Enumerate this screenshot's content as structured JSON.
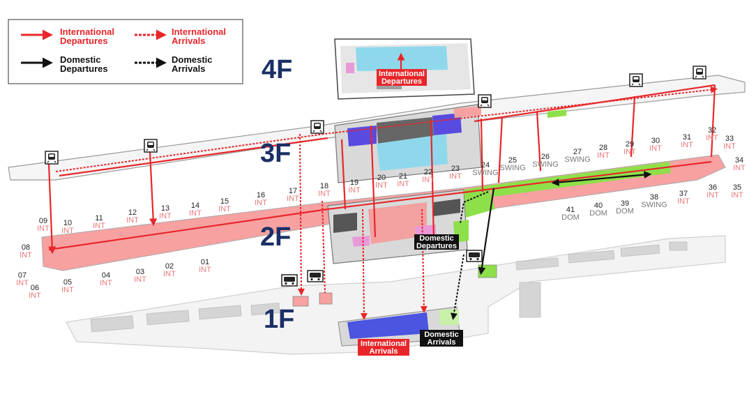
{
  "legend": {
    "intl_dep": [
      "International",
      "Departures"
    ],
    "intl_arr": [
      "International",
      "Arrivals"
    ],
    "dom_dep": [
      "Domestic",
      "Departures"
    ],
    "dom_arr": [
      "Domestic",
      "Arrivals"
    ]
  },
  "floors": {
    "f4": "4F",
    "f3": "3F",
    "f2": "2F",
    "f1": "1F"
  },
  "tags": {
    "intl_dep_4f": [
      "International",
      "Departures"
    ],
    "dom_dep_2f": [
      "Domestic",
      "Departures"
    ],
    "intl_arr_1f": [
      "International",
      "Arrivals"
    ],
    "dom_arr_1f": [
      "Domestic",
      "Arrivals"
    ]
  },
  "gates": [
    {
      "num": "09",
      "type": "INT"
    },
    {
      "num": "10",
      "type": "INT"
    },
    {
      "num": "11",
      "type": "INT"
    },
    {
      "num": "12",
      "type": "INT"
    },
    {
      "num": "13",
      "type": "INT"
    },
    {
      "num": "14",
      "type": "INT"
    },
    {
      "num": "15",
      "type": "INT"
    },
    {
      "num": "16",
      "type": "INT"
    },
    {
      "num": "17",
      "type": "INT"
    },
    {
      "num": "18",
      "type": "INT"
    },
    {
      "num": "19",
      "type": "INT"
    },
    {
      "num": "20",
      "type": "INT"
    },
    {
      "num": "21",
      "type": "INT"
    },
    {
      "num": "22",
      "type": "INT"
    },
    {
      "num": "23",
      "type": "INT"
    },
    {
      "num": "24",
      "type": "SWING"
    },
    {
      "num": "25",
      "type": "SWING"
    },
    {
      "num": "26",
      "type": "SWING"
    },
    {
      "num": "27",
      "type": "SWING"
    },
    {
      "num": "28",
      "type": "INT"
    },
    {
      "num": "29",
      "type": "INT"
    },
    {
      "num": "30",
      "type": "INT"
    },
    {
      "num": "31",
      "type": "INT"
    },
    {
      "num": "32",
      "type": "INT"
    },
    {
      "num": "33",
      "type": "INT"
    },
    {
      "num": "34",
      "type": "INT"
    },
    {
      "num": "35",
      "type": "INT"
    },
    {
      "num": "36",
      "type": "INT"
    },
    {
      "num": "37",
      "type": "INT"
    },
    {
      "num": "38",
      "type": "SWING"
    },
    {
      "num": "39",
      "type": "DOM"
    },
    {
      "num": "40",
      "type": "DOM"
    },
    {
      "num": "41",
      "type": "DOM"
    },
    {
      "num": "08",
      "type": "INT"
    },
    {
      "num": "07",
      "type": "INT"
    },
    {
      "num": "06",
      "type": "INT"
    },
    {
      "num": "05",
      "type": "INT"
    },
    {
      "num": "04",
      "type": "INT"
    },
    {
      "num": "03",
      "type": "INT"
    },
    {
      "num": "02",
      "type": "INT"
    },
    {
      "num": "01",
      "type": "INT"
    }
  ],
  "colors": {
    "intl": "#e8262a",
    "intl_text": "#e8262a",
    "gate_int": "#e8787a",
    "gate_dom": "#777777",
    "dom": "#111111",
    "floor_label": "#1b2f66",
    "concourse_int": "#f7a1a1",
    "concourse_dom": "#8ee04a",
    "building": "#d9d9d9",
    "arrivals_hall": "#4b55e0",
    "lounge": "#8fd8ec",
    "shops": "#e89ad8"
  },
  "icons": [
    "train-icon",
    "bus-icon",
    "arrow-icon"
  ]
}
